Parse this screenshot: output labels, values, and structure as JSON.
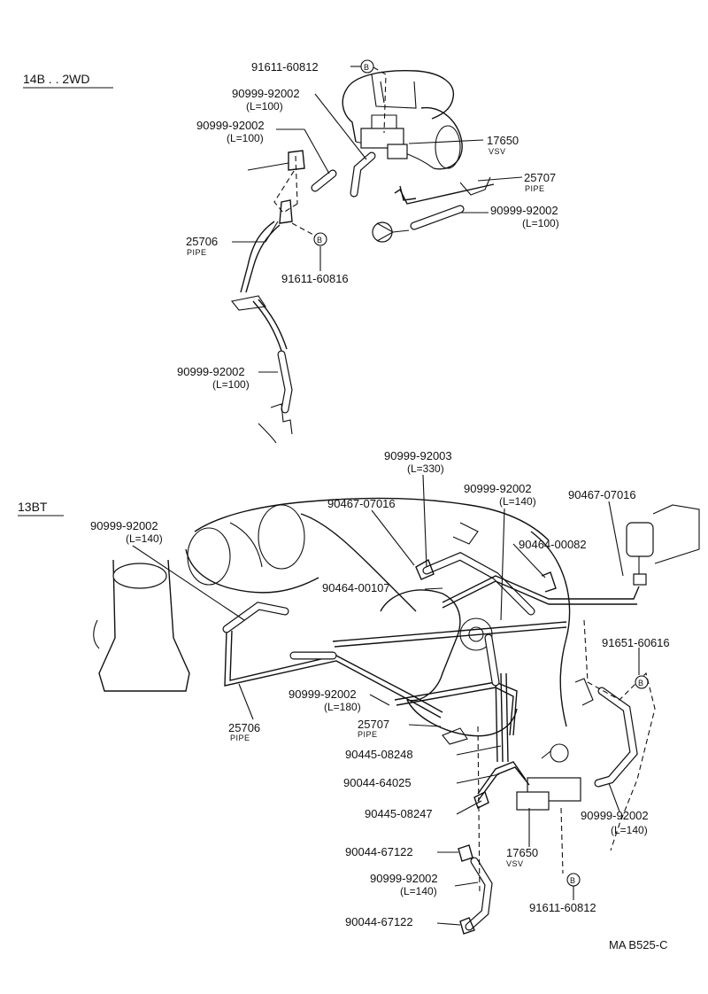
{
  "sections": {
    "top": "14B . . 2WD",
    "bottom": "13BT"
  },
  "bolt_mark": "B",
  "top_labels": [
    "91611-60812",
    "90999-92002",
    "(L=100)",
    "90999-92002",
    "(L=100)",
    "17650",
    "VSV",
    "25707",
    "PIPE",
    "90999-92002",
    "(L=100)",
    "25706",
    "PIPE",
    "91611-60816",
    "90999-92002",
    "(L=100)"
  ],
  "bottom_labels": [
    "90999-92003",
    "(L=330)",
    "90999-92002",
    "(L=140)",
    "90467-07016",
    "90467-07016",
    "90999-92002",
    "(L=140)",
    "90464-00082",
    "90464-00107",
    "91651-60616",
    "90999-92002",
    "(L=180)",
    "25706",
    "PIPE",
    "25707",
    "PIPE",
    "90445-08248",
    "90044-64025",
    "90445-08247",
    "90999-92002",
    "(L=140)",
    "17650",
    "VSV",
    "90044-67122",
    "90999-92002",
    "(L=140)",
    "91611-60812",
    "90044-67122"
  ],
  "figure_code": "MA B525-C"
}
